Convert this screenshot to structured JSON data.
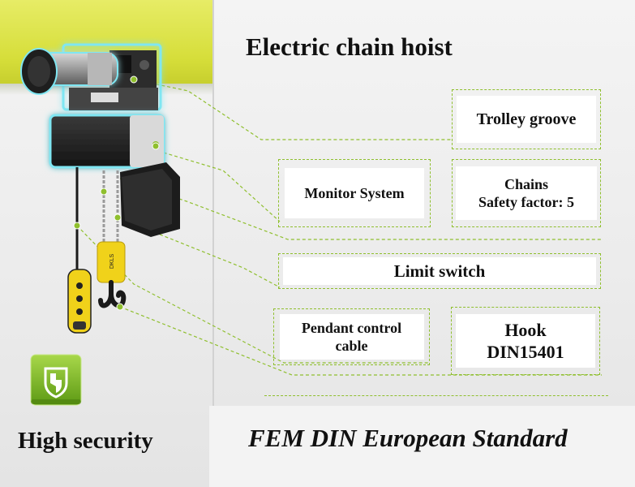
{
  "title": "Electric chain hoist",
  "labels": {
    "trolley_groove": "Trolley groove",
    "monitor_system": "Monitor System",
    "chains_line1": "Chains",
    "chains_line2": "Safety factor: 5",
    "limit_switch": "Limit switch",
    "pendant_line1": "Pendant control",
    "pendant_line2": "cable",
    "hook_line1": "Hook",
    "hook_line2": "DIN15401"
  },
  "badge": "High security",
  "standard": "FEM DIN European Standard",
  "icons": {
    "security": "shield-icon"
  },
  "colors": {
    "accent_green": "#8fbf2e",
    "rail_yellow": "#d9e34a",
    "hoist_yellow": "#f0d21a",
    "glow_cyan": "#7fe6f2"
  }
}
